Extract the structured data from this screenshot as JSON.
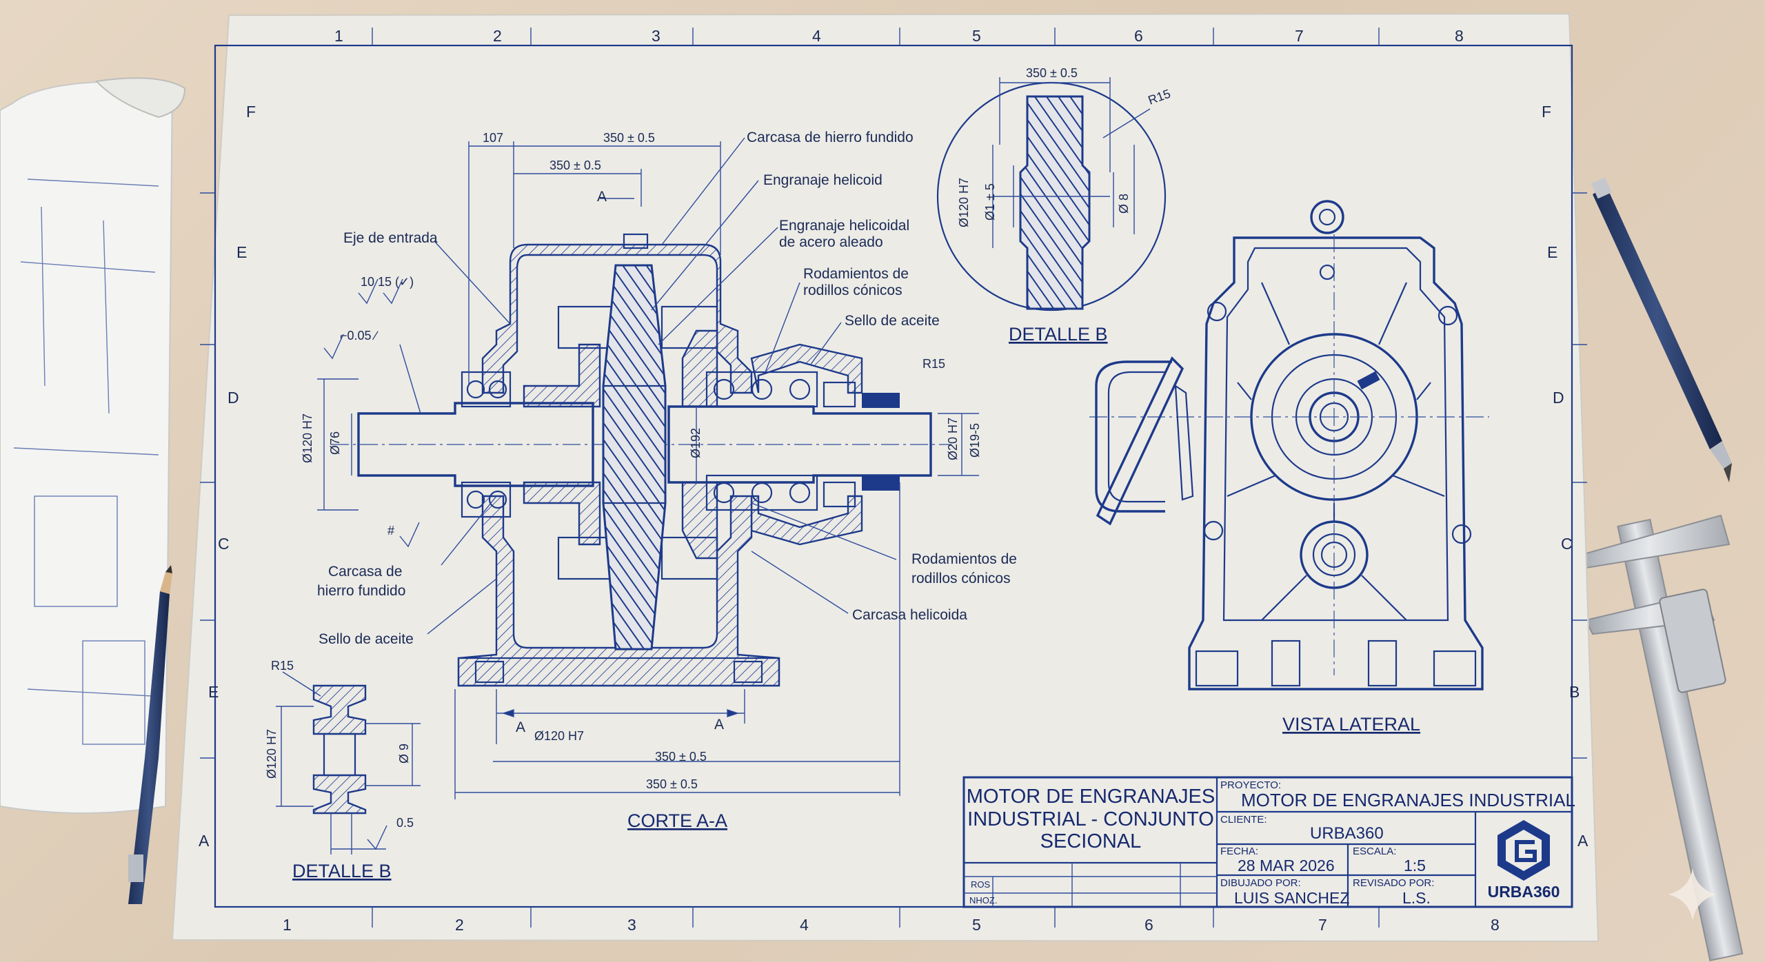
{
  "drawing": {
    "zones": {
      "columns": [
        "1",
        "2",
        "3",
        "4",
        "5",
        "6",
        "7",
        "8"
      ],
      "rows_left": [
        "F",
        "E",
        "D",
        "C",
        "E",
        "A"
      ],
      "rows_right": [
        "F",
        "E",
        "D",
        "C",
        "B",
        "A"
      ]
    },
    "views": {
      "section": "CORTE A-A",
      "detail_top": "DETALLE B",
      "detail_bottom": "DETALLE B",
      "side": "VISTA LATERAL"
    },
    "callouts": {
      "housing_top": "Carcasa de hierro fundido",
      "gear_top": "Engranaje helicoid",
      "gear_alloy_1": "Engranaje helicoidal",
      "gear_alloy_2": "de acero aleado",
      "bearings_top_1": "Rodamientos de",
      "bearings_top_2": "rodillos cónicos",
      "seal_top": "Sello de aceite",
      "input_shaft": "Eje de entrada",
      "housing_left_1": "Carcasa de",
      "housing_left_2": "hierro fundido",
      "seal_left": "Sello de aceite",
      "bearings_bottom_1": "Rodamientos de",
      "bearings_bottom_2": "rodillos cónicos",
      "housing_helical": "Carcasa helicoida"
    },
    "dimensions": {
      "d_107": "107",
      "d_350_top": "350 ± 0.5",
      "d_350_inner": "350 ± 0.5",
      "section_a_top": "A",
      "section_a_bl": "A",
      "section_a_br": "A",
      "d_120h7_bottom": "Ø120 H7",
      "d_350_bottom1": "350 ± 0.5",
      "d_350_bottom2": "350 ± 0.5",
      "d_120h7_left": "Ø120 H7",
      "d_76": "Ø76",
      "d_192": "Ø192",
      "d_20h7": "Ø20 H7",
      "d_19": "Ø19-5",
      "r15_section": "R15",
      "finish_1": "10  15  (✓)",
      "finish_2": "⌐0.05 ∕",
      "finish_3": "#",
      "det_top_350": "350 ± 0.5",
      "det_top_r15": "R15",
      "det_top_120h7": "Ø120 H7",
      "det_top_1": "Ø1 ± 5",
      "det_top_8": "Ø 8",
      "det_bot_r15": "R15",
      "det_bot_120h7": "Ø120 H7",
      "det_bot_9": "Ø 9",
      "det_bot_05": "0.5"
    },
    "title_block": {
      "main_title": [
        "MOTOR DE ENGRANAJES",
        "INDUSTRIAL - CONJUNTO",
        "SECIONAL"
      ],
      "proyecto_label": "PROYECTO:",
      "proyecto_value": "MOTOR DE ENGRANAJES INDUSTRIAL",
      "cliente_label": "CLIENTE:",
      "cliente_value": "URBA360",
      "fecha_label": "FECHA:",
      "fecha_value": "28 MAR 2026",
      "escala_label": "ESCALA:",
      "escala_value": "1:5",
      "dibujado_label": "DIBUJADO POR:",
      "dibujado_value": "LUIS SANCHEZ",
      "revisado_label": "REVISADO POR:",
      "revisado_value": "L.S.",
      "rev_row_1": "ROS",
      "rev_row_2": "NHOZ.",
      "logo_text": "URBA360"
    },
    "colors": {
      "ink": "#1d3a8a",
      "paper": "#ecebe6",
      "desk": "#e2d2bf"
    }
  }
}
